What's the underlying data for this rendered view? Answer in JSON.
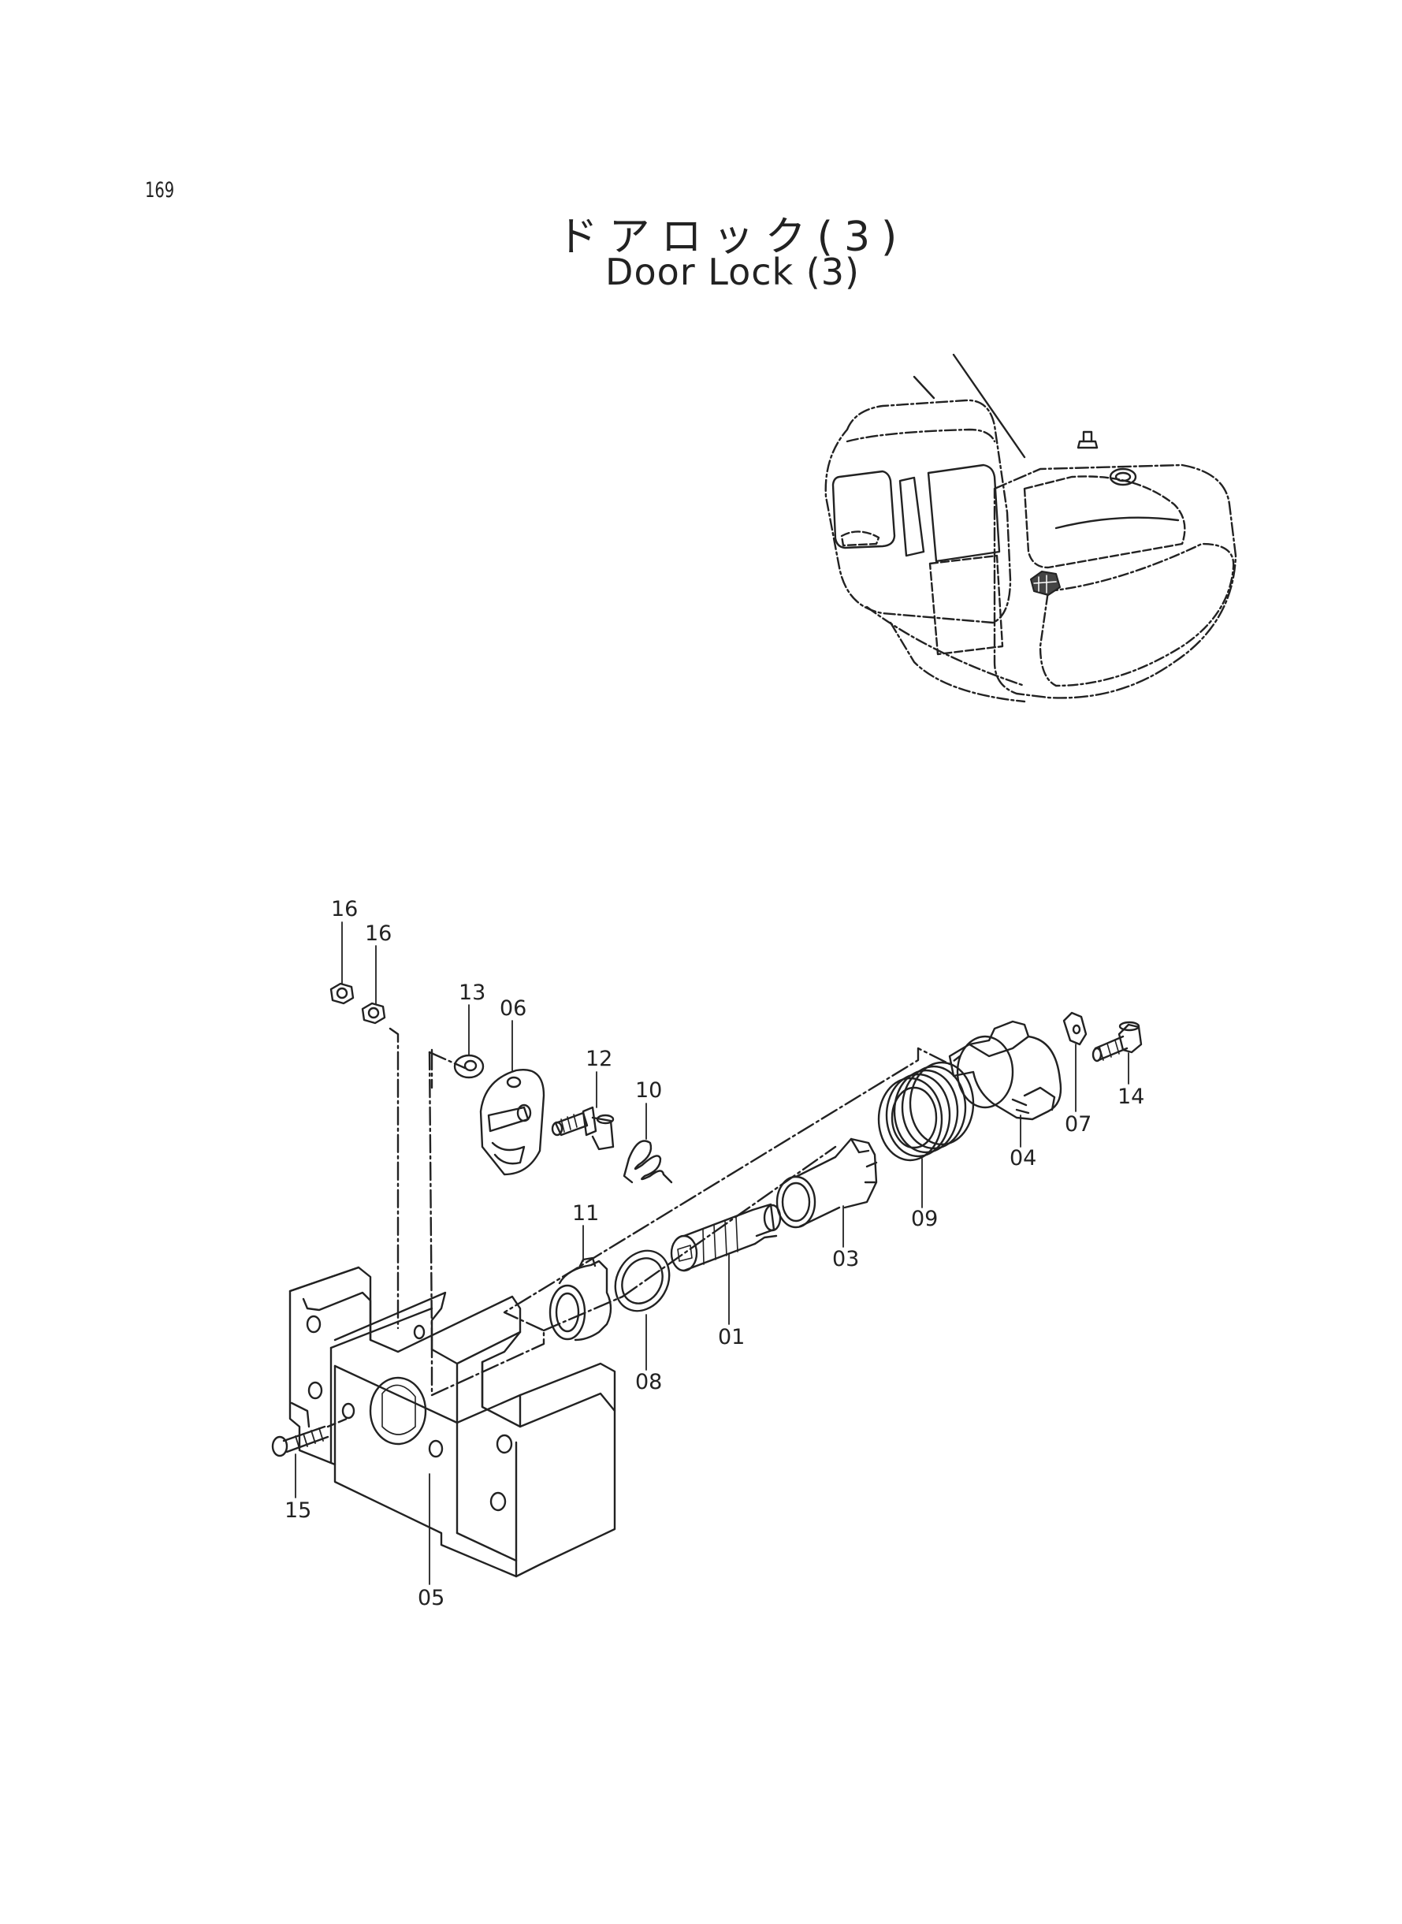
{
  "page_number": "169",
  "title_japanese": "ドアロック(3)",
  "title_english": "Door Lock (3)",
  "callouts": [
    {
      "id": "c16a",
      "label": "16"
    },
    {
      "id": "c16b",
      "label": "16"
    },
    {
      "id": "c13",
      "label": "13"
    },
    {
      "id": "c06",
      "label": "06"
    },
    {
      "id": "c12",
      "label": "12"
    },
    {
      "id": "c10",
      "label": "10"
    },
    {
      "id": "c11",
      "label": "11"
    },
    {
      "id": "c08",
      "label": "08"
    },
    {
      "id": "c01",
      "label": "01"
    },
    {
      "id": "c03",
      "label": "03"
    },
    {
      "id": "c09",
      "label": "09"
    },
    {
      "id": "c04",
      "label": "04"
    },
    {
      "id": "c07",
      "label": "07"
    },
    {
      "id": "c14",
      "label": "14"
    },
    {
      "id": "c15",
      "label": "15"
    },
    {
      "id": "c05",
      "label": "05"
    }
  ]
}
